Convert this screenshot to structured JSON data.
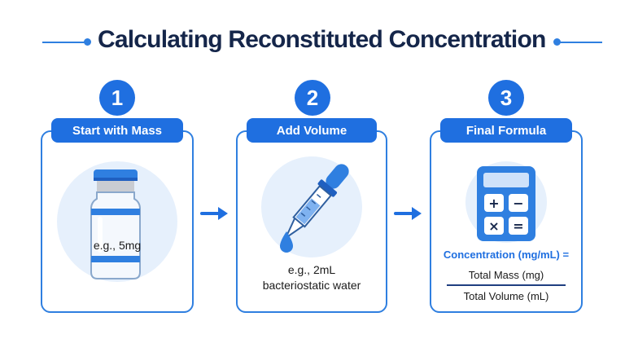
{
  "title": "Calculating Reconstituted Concentration",
  "steps": [
    {
      "number": "1",
      "label": "Start with Mass",
      "caption": "e.g., 5mg"
    },
    {
      "number": "2",
      "label": "Add Volume",
      "caption_line1": "e.g., 2mL",
      "caption_line2": "bacteriostatic water"
    },
    {
      "number": "3",
      "label": "Final Formula"
    }
  ],
  "formula": {
    "lhs": "Concentration (mg/mL) =",
    "numerator": "Total Mass (mg)",
    "denominator": "Total Volume (mL)"
  },
  "calculator_keys": [
    "+",
    "−",
    "×",
    "="
  ],
  "icons": [
    "vial-icon",
    "dropper-icon",
    "calculator-icon",
    "arrow-right-icon"
  ],
  "colors": {
    "accent": "#1f6fe0",
    "title": "#15264a",
    "light_circle": "#e6f0fc"
  }
}
